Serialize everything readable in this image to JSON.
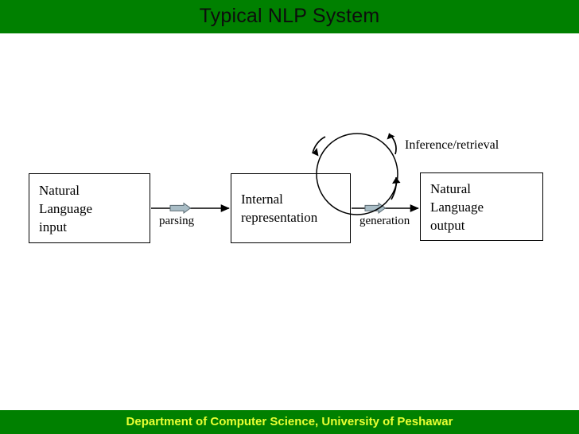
{
  "slide": {
    "title": "Typical NLP System",
    "footer": "Department  of Computer Science, University of Peshawar",
    "colors": {
      "bar_green": "#008000",
      "title_text": "#0d0d0d",
      "footer_text": "#e8ff33",
      "stroke": "#000000",
      "block_arrow_fill": "#a9bdc6",
      "block_arrow_stroke": "#5a6a72",
      "background": "#ffffff"
    }
  },
  "diagram": {
    "type": "flow-diagram",
    "nodes": [
      {
        "id": "input",
        "lines": [
          "Natural",
          "Language",
          "input"
        ]
      },
      {
        "id": "internal",
        "lines": [
          "Internal",
          "representation"
        ]
      },
      {
        "id": "output",
        "lines": [
          "Natural",
          "Language",
          "output"
        ]
      }
    ],
    "edges": [
      {
        "id": "parsing",
        "label": "parsing",
        "from": "input",
        "to": "internal"
      },
      {
        "id": "generation",
        "label": "generation",
        "from": "internal",
        "to": "output"
      }
    ],
    "loop": {
      "id": "inference-loop",
      "label": "Inference/retrieval",
      "shape": "circular-arrow-loop",
      "arrowheads": 3
    }
  }
}
